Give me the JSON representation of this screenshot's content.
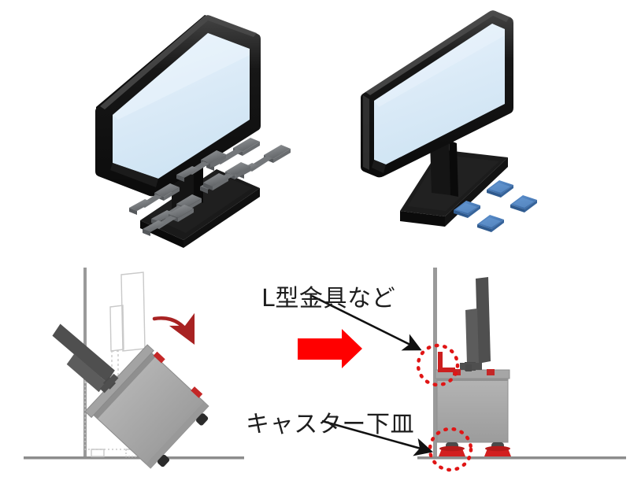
{
  "figure": {
    "title_text": "",
    "background_color": "#ffffff"
  },
  "labels": {
    "bracket_label": "L型金具など",
    "caster_label": "キャスター下皿"
  },
  "colors": {
    "monitor_bezel": "#151515",
    "monitor_bezel_light": "#3a3a3a",
    "screen": "#d7e9f6",
    "screen_highlight": "#eaf4fb",
    "bracket_metal": "#7f8285",
    "bracket_metal_dark": "#5c5f62",
    "pad_blue": "#4a82c4",
    "pad_blue_dark": "#3d6ea8",
    "cabinet_gray": "#a9a9a9",
    "cabinet_gray_dark": "#8f8f8f",
    "monitor_side_gray": "#5a5a5a",
    "red_accent": "#e02020",
    "red_arrow": "#ff0000",
    "red_curve_arrow": "#a82222",
    "dotted_circle": "#e01515",
    "wall_gray": "#9a9a9a",
    "floor_gray": "#8d8d8d",
    "ghost_outline": "#c9c9c9",
    "arrow_black": "#111111",
    "text_color": "#1d1d1d"
  },
  "panels": {
    "top_left": {
      "name": "monitor-with-brackets",
      "description": "Flat-panel monitor on a base plate with eight L-shaped metal fixing brackets around the base",
      "bracket_count": 8
    },
    "top_right": {
      "name": "monitor-with-adhesive-pads",
      "description": "Flat-panel monitor on a stand with four blue adhesive gel pads laid out beside it",
      "pad_count": 4
    },
    "bottom_left": {
      "name": "unsecured-cabinet-tipping",
      "description": "Side view: an unsecured cabinet on casters tips over away from the wall; ghost outline shows the original upright position; red curved arrow indicates the falling motion"
    },
    "bottom_right": {
      "name": "secured-cabinet",
      "description": "Side view: cabinet fixed to the wall with an L-bracket and caster cups under the casters; two red dotted circles highlight the fixings"
    },
    "center": {
      "name": "red-transition-arrow",
      "description": "Large red arrow pointing right from the unsecured example to the secured example"
    }
  },
  "callouts": [
    {
      "id": "bracket",
      "label": "L型金具など",
      "points_to": "l-bracket at top of cabinet against wall"
    },
    {
      "id": "caster",
      "label": "キャスター下皿",
      "points_to": "caster cup under the front caster"
    }
  ]
}
